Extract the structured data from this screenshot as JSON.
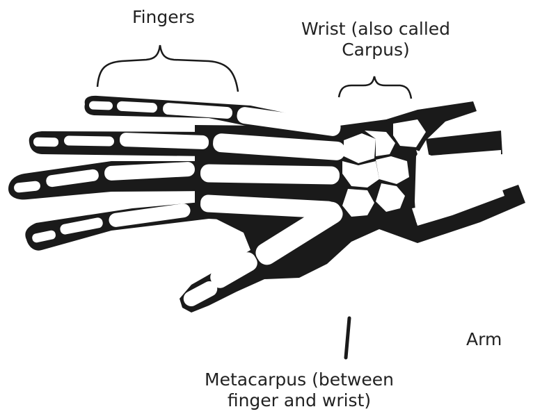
{
  "diagram": {
    "labels": {
      "fingers": "Fingers",
      "wrist_line1": "Wrist (also called",
      "wrist_line2": "Carpus)",
      "arm": "Arm",
      "metacarpus_line1": "Metacarpus (between",
      "metacarpus_line2": "finger and wrist)"
    },
    "colors": {
      "silhouette": "#1a1a1a",
      "bone": "#ffffff",
      "text": "#222222"
    }
  }
}
